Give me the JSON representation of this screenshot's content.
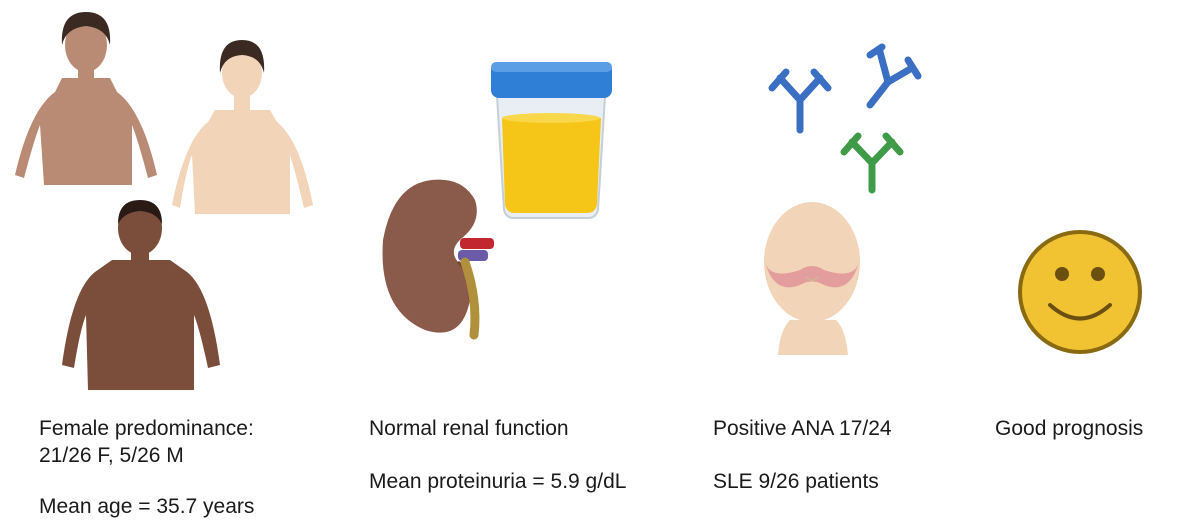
{
  "colors": {
    "skin_light": "#f2d5b8",
    "skin_medium": "#b98a74",
    "skin_dark": "#7a4e3a",
    "hair_dark": "#3b2a22",
    "kidney": "#8a5a4a",
    "urine": "#f5c518",
    "lid": "#2f7fd6",
    "antibody_blue": "#3a6fc4",
    "antibody_green": "#3f9b48",
    "rash": "#d9788a",
    "smiley_fill": "#f1c232",
    "smiley_stroke": "#8a6a10"
  },
  "icons": {
    "people": "people-icon",
    "kidney": "kidney-icon",
    "urine": "urine-cup-icon",
    "antibody": "antibody-icon",
    "face": "malar-rash-face-icon",
    "smiley": "smiley-face-icon"
  },
  "demographics": {
    "line1": "Female predominance:",
    "line2": "21/26 F, 5/26 M",
    "line3": "Mean age = 35.7 years"
  },
  "renal": {
    "line1": "Normal renal function",
    "line2": "Mean proteinuria = 5.9 g/dL"
  },
  "serology": {
    "line1": "Positive ANA  17/24",
    "line2": "SLE 9/26 patients"
  },
  "prognosis": {
    "line1": "Good prognosis"
  }
}
